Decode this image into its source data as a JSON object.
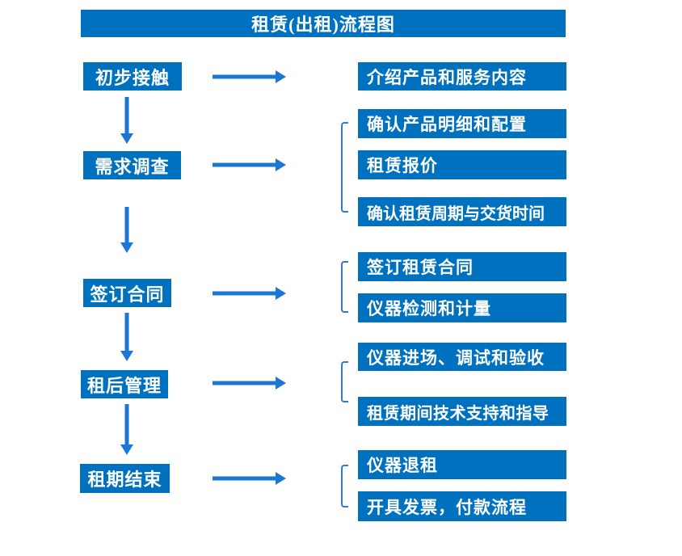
{
  "title": "租赁(出租)流程图",
  "colors": {
    "box_blue": "#0071be",
    "arrow_blue": "#1b77d4",
    "bracket_blue": "#3579c9",
    "title_text": "#ffffff",
    "background": "#ffffff"
  },
  "icons": {
    "arrow_right": "css-triangle-right",
    "arrow_down": "css-triangle-down",
    "bracket": "css-left-square-bracket"
  },
  "stages": [
    {
      "label": "初步接触",
      "details": [
        "介绍产品和服务内容"
      ]
    },
    {
      "label": "需求调查",
      "details": [
        "确认产品明细和配置",
        "租赁报价",
        "确认租赁周期与交货时间"
      ]
    },
    {
      "label": "签订合同",
      "details": [
        "签订租赁合同",
        "仪器检测和计量"
      ]
    },
    {
      "label": "租后管理",
      "details": [
        "仪器进场、调试和验收",
        "租赁期间技术支持和指导"
      ]
    },
    {
      "label": "租期结束",
      "details": [
        "仪器退租",
        "开具发票，付款流程"
      ]
    }
  ]
}
